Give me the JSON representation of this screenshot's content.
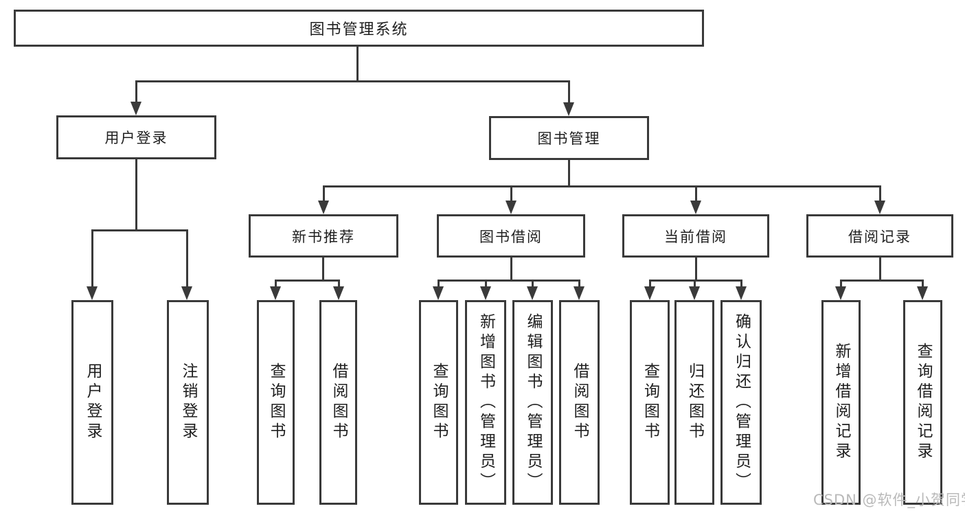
{
  "diagram": {
    "root": {
      "label": "图书管理系统"
    },
    "branches": [
      {
        "label": "用户登录",
        "children": [
          {
            "label": "用户登录"
          },
          {
            "label": "注销登录"
          }
        ]
      },
      {
        "label": "图书管理",
        "children": [
          {
            "label": "新书推荐",
            "children": [
              {
                "label": "查询图书"
              },
              {
                "label": "借阅图书"
              }
            ]
          },
          {
            "label": "图书借阅",
            "children": [
              {
                "label": "查询图书"
              },
              {
                "label": "新增图书（管理员）"
              },
              {
                "label": "编辑图书（管理员）"
              },
              {
                "label": "借阅图书"
              }
            ]
          },
          {
            "label": "当前借阅",
            "children": [
              {
                "label": "查询图书"
              },
              {
                "label": "归还图书"
              },
              {
                "label": "确认归还（管理员）"
              }
            ]
          },
          {
            "label": "借阅记录",
            "children": [
              {
                "label": "新增借阅记录"
              },
              {
                "label": "查询借阅记录"
              }
            ]
          }
        ]
      }
    ]
  },
  "watermark": {
    "text": "CSDN @软件_小贺同学"
  },
  "colors": {
    "line": "#3a3a3a",
    "text": "#1f1f1f",
    "watermark": "#b9b9b9",
    "background": "#ffffff"
  }
}
